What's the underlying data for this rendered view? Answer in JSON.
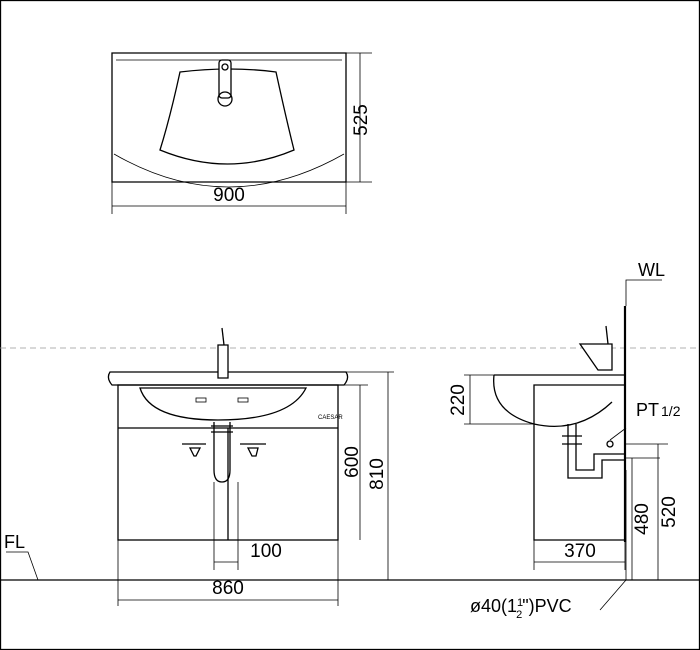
{
  "top_view": {
    "width_dim": "900",
    "depth_dim": "525"
  },
  "front_view": {
    "brand": "CAESAR",
    "cabinet_height_dim": "600",
    "total_height_dim": "810",
    "drain_offset_dim": "100",
    "cabinet_width_dim": "860"
  },
  "side_view": {
    "wall_label": "WL",
    "basin_height_dim": "220",
    "supply_label": "PT",
    "supply_size": "1/2",
    "depth_dim": "370",
    "drain_height_dim": "480",
    "supply_height_dim": "520"
  },
  "floor_label": "FL",
  "drain_pipe_label": "ø40(1",
  "drain_pipe_fraction": {
    "num": "1",
    "den": "2"
  },
  "drain_pipe_suffix": "\")PVC"
}
